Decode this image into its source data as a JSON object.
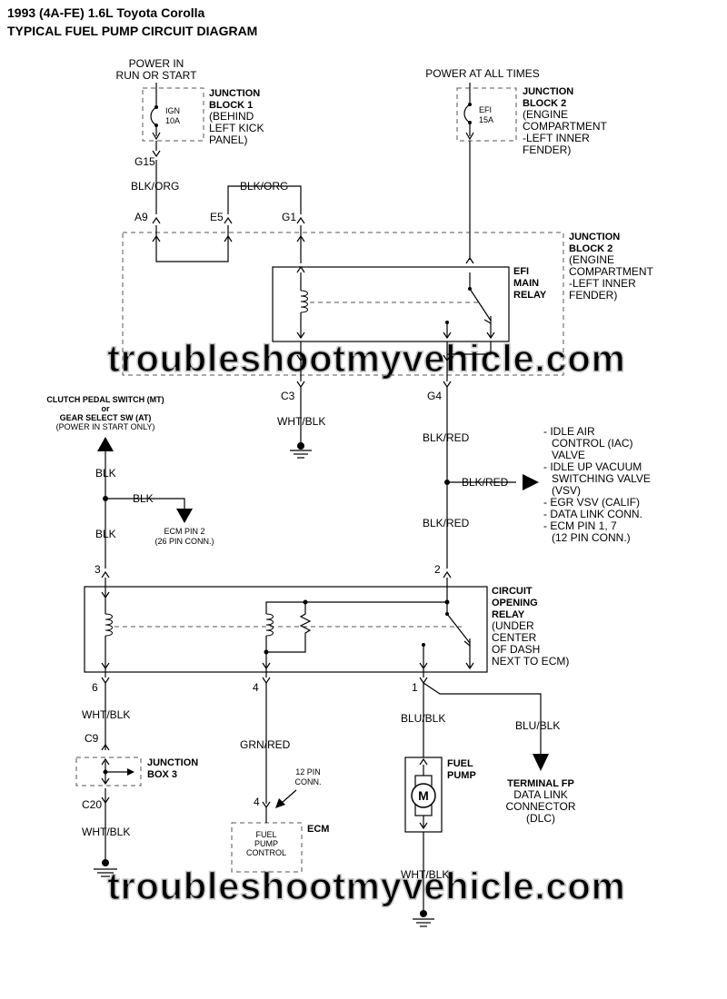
{
  "header": {
    "title_line1": "1993 (4A-FE) 1.6L Toyota Corolla",
    "title_line2": "TYPICAL FUEL PUMP CIRCUIT DIAGRAM"
  },
  "watermark": "troubleshootmyvehicle.com",
  "power": {
    "run_start_line1": "POWER IN",
    "run_start_line2": "RUN OR START",
    "all_times": "POWER AT ALL TIMES"
  },
  "fuses": {
    "ign_name": "IGN",
    "ign_rating": "10A",
    "efi_name": "EFI",
    "efi_rating": "15A"
  },
  "junction_block_1": {
    "line1": "JUNCTION",
    "line2": "BLOCK 1",
    "line3": "(BEHIND",
    "line4": "LEFT KICK",
    "line5": "PANEL)"
  },
  "junction_block_2_top": {
    "line1": "JUNCTION",
    "line2": "BLOCK 2",
    "line3": "(ENGINE",
    "line4": "COMPARTMENT",
    "line5": "-LEFT INNER",
    "line6": "FENDER)"
  },
  "junction_block_2_mid": {
    "line1": "JUNCTION",
    "line2": "BLOCK 2",
    "line3": "(ENGINE",
    "line4": "COMPARTMENT",
    "line5": "-LEFT INNER",
    "line6": "FENDER)"
  },
  "efi_relay": {
    "line1": "EFI",
    "line2": "MAIN",
    "line3": "RELAY"
  },
  "connectors": {
    "g15": "G15",
    "a9": "A9",
    "e5": "E5",
    "g1": "G1",
    "c3": "C3",
    "g4": "G4",
    "pin3": "3",
    "pin2": "2",
    "pin6": "6",
    "pin4": "4",
    "pin1": "1",
    "c9": "C9",
    "c20": "C20",
    "ecm_pin4": "4"
  },
  "wires": {
    "blk_org_1": "BLK/ORG",
    "blk_org_2": "BLK/ORG",
    "wht_blk_c3": "WHT/BLK",
    "blk_red_1": "BLK/RED",
    "blk_red_2": "BLK/RED",
    "blk_red_3": "BLK/RED",
    "blk_1": "BLK",
    "blk_2": "BLK",
    "blk_3": "BLK",
    "wht_blk_6": "WHT/BLK",
    "wht_blk_c20": "WHT/BLK",
    "grn_red": "GRN/RED",
    "blu_blk_1": "BLU/BLK",
    "blu_blk_2": "BLU/BLK",
    "wht_blk_pump": "WHT/BLK"
  },
  "clutch_switch": {
    "line1": "CLUTCH PEDAL SWITCH (MT)",
    "line2": "or",
    "line3": "GEAR SELECT SW (AT)",
    "line4": "(POWER IN START ONLY)"
  },
  "ecm_pin2": {
    "line1": "ECM PIN 2",
    "line2": "(26 PIN CONN.)"
  },
  "blk_red_destinations": {
    "line1": "- IDLE AIR",
    "line2": "CONTROL (IAC)",
    "line3": "VALVE",
    "line4": "- IDLE UP VACUUM",
    "line5": "SWITCHING VALVE",
    "line6": "(VSV)",
    "line7": "- EGR VSV (CALIF)",
    "line8": "- DATA LINK CONN.",
    "line9": "- ECM PIN 1, 7",
    "line10": "(12 PIN CONN.)"
  },
  "circuit_opening_relay": {
    "line1": "CIRCUIT",
    "line2": "OPENING",
    "line3": "RELAY",
    "line4": "(UNDER",
    "line5": "CENTER",
    "line6": "OF DASH",
    "line7": "NEXT TO ECM)"
  },
  "junction_box_3": {
    "line1": "JUNCTION",
    "line2": "BOX 3"
  },
  "ecm_conn": {
    "line1": "12 PIN",
    "line2": "CONN."
  },
  "ecm": {
    "label": "ECM",
    "box_line1": "FUEL",
    "box_line2": "PUMP",
    "box_line3": "CONTROL"
  },
  "fuel_pump": {
    "line1": "FUEL",
    "line2": "PUMP",
    "motor": "M"
  },
  "terminal_fp": {
    "line1": "TERMINAL FP",
    "line2": "DATA LINK",
    "line3": "CONNECTOR",
    "line4": "(DLC)"
  }
}
